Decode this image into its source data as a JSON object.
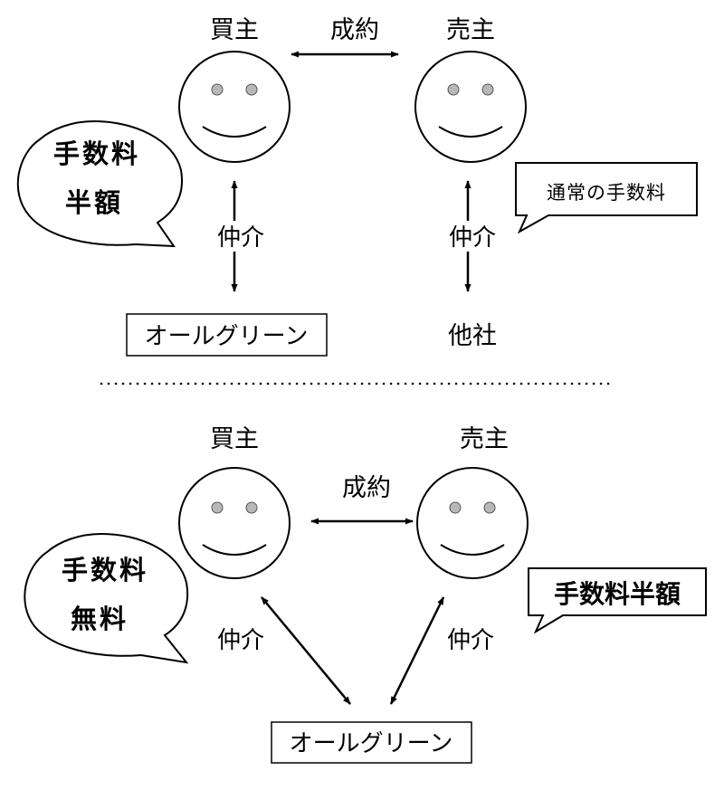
{
  "top": {
    "buyer": "買主",
    "seller": "売主",
    "contract": "成約",
    "mediation_left": "仲介",
    "mediation_right": "仲介",
    "agent_box": "オールグリーン",
    "other_agent": "他社",
    "bubble_left_line1": "手数料",
    "bubble_left_line2": "半額",
    "bubble_right": "通常の手数料"
  },
  "bottom": {
    "buyer": "買主",
    "seller": "売主",
    "contract": "成約",
    "mediation_left": "仲介",
    "mediation_right": "仲介",
    "agent_box": "オールグリーン",
    "bubble_left_line1": "手数料",
    "bubble_left_line2": "無料",
    "bubble_right": "手数料半額"
  },
  "colors": {
    "line": "#000000",
    "eye": "#b8b8b8",
    "background": "#ffffff"
  }
}
